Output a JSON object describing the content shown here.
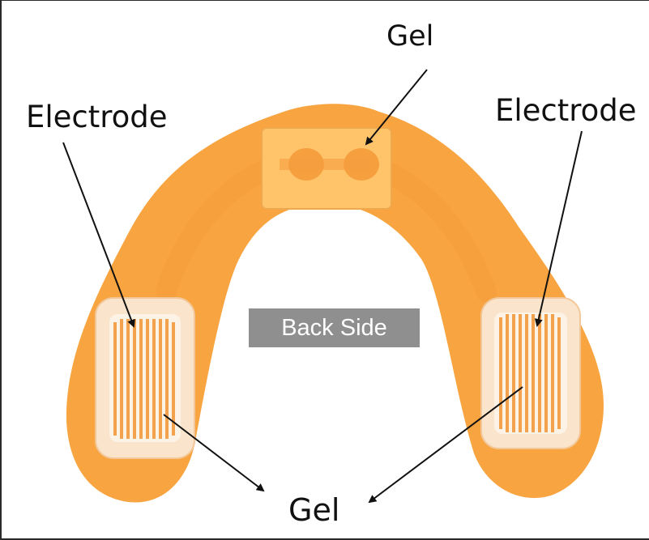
{
  "labels": {
    "gel_top": "Gel",
    "electrode_left": "Electrode",
    "electrode_right": "Electrode",
    "gel_bottom": "Gel"
  },
  "badge": {
    "text": "Back Side"
  },
  "colors": {
    "pad_orange": "#f8a440",
    "pad_inner": "#f39a3a",
    "gel_patch": "#ffc46a",
    "electrode_base": "#fbe4cc",
    "electrode_stripe": "#f2a24d",
    "badge_bg": "#8f8f8f",
    "arrow": "#111111"
  }
}
